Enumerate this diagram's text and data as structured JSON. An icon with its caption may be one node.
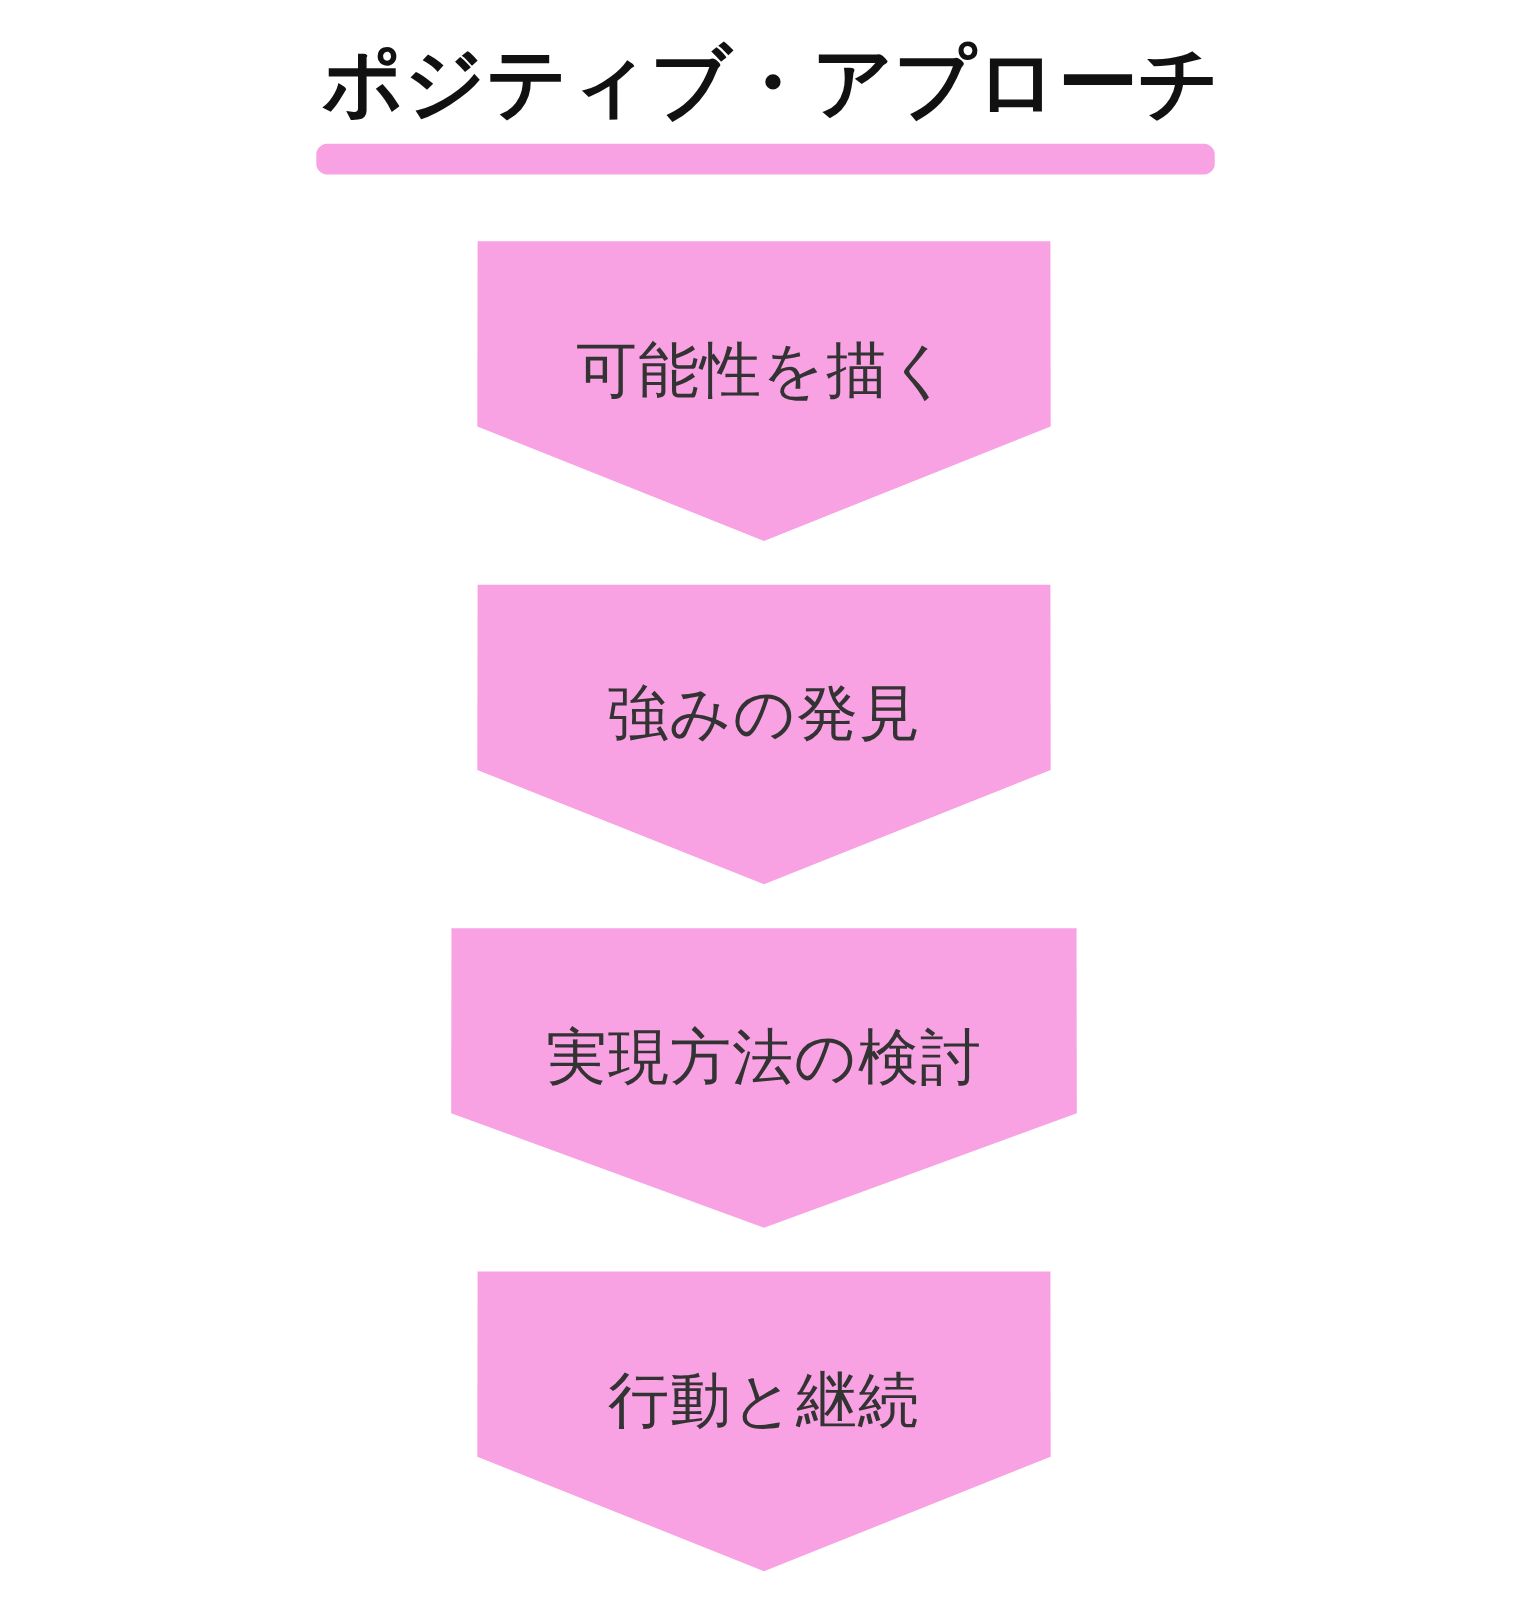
{
  "diagram": {
    "title": "ポジティブ・アプローチ",
    "nodes": [
      {
        "text": [
          "可能性を描く"
        ]
      },
      {
        "text": [
          "強みの発見"
        ]
      },
      {
        "text": [
          "実現方法の検討"
        ]
      },
      {
        "text": [
          "行動と継続"
        ]
      }
    ]
  }
}
